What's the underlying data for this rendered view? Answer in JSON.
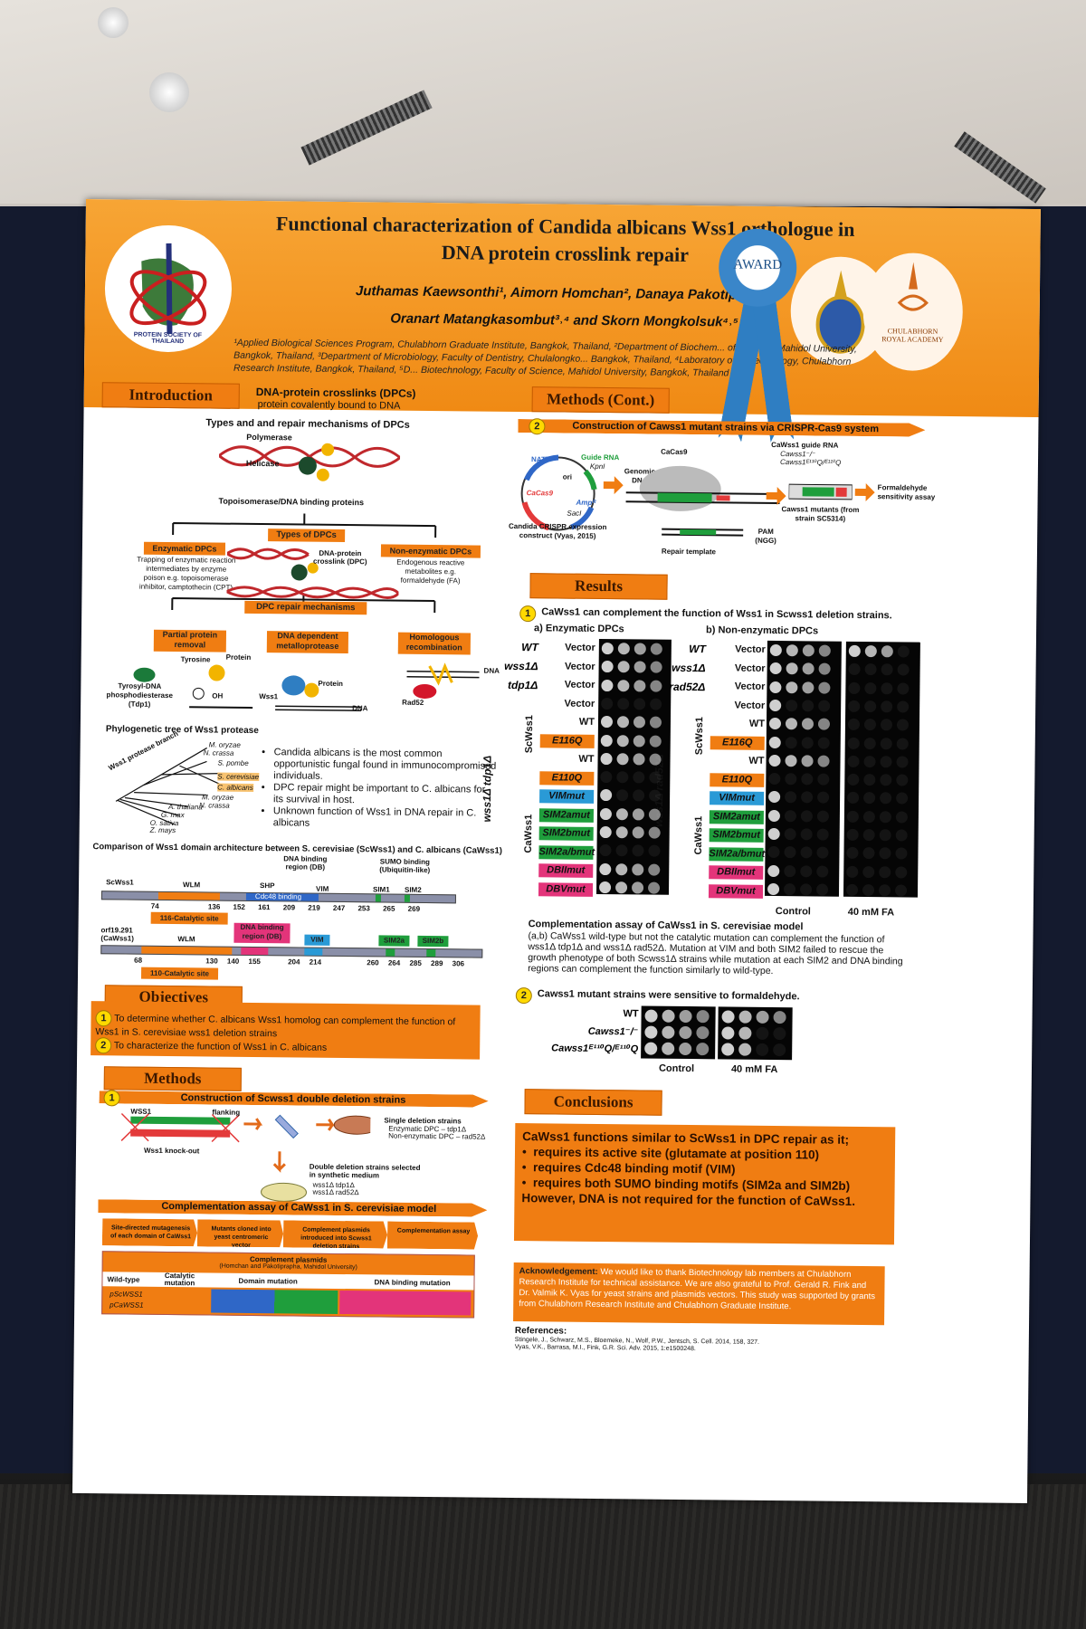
{
  "poster": {
    "title_line1": "Functional characterization of Candida albicans Wss1 orthologue in",
    "title_line2": "DNA protein crosslink repair",
    "authors_line1": "Juthamas Kaewsonthi¹, Aimorn Homchan², Danaya Pakotiprapha",
    "authors_line2": "Oranart Matangkasombut³˒⁴ and Skorn Mongkolsuk⁴˒⁵",
    "affiliations": "¹Applied Biological Sciences Program, Chulabhorn Graduate Institute, Bangkok, Thailand, ²Department of Biochem... of Science, Mahidol University, Bangkok, Thailand, ³Department of Microbiology, Faculty of Dentistry, Chulalongko... Bangkok, Thailand, ⁴Laboratory of Biotechnology, Chulabhorn Research Institute, Bangkok, Thailand, ⁵D... Biotechnology, Faculty of Science, Mahidol University, Bangkok, Thailand",
    "award": "AWARD",
    "logo_left_text": "PROTEIN SOCIETY OF THAILAND",
    "logo_right_text": "CHULABHORN ROYAL ACADEMY"
  },
  "intro": {
    "heading": "Introduction",
    "dpc_title": "DNA-protein crosslinks (DPCs)",
    "dpc_def": "protein covalently bound to DNA",
    "types_title": "Types and and repair mechanisms of DPCs",
    "polymerase": "Polymerase",
    "helicase": "Helicase",
    "topo": "Topoisomerase/DNA binding proteins",
    "types_label": "Types of DPCs",
    "enzymatic": "Enzymatic DPCs",
    "enzymatic_desc": "Trapping of enzymatic reaction intermediates by enzyme poison e.g. topoisomerase inhibitor, camptothecin (CPT)",
    "dpc_center": "DNA-protein crosslink (DPC)",
    "non_enzymatic": "Non-enzymatic DPCs",
    "non_enzymatic_desc": "Endogenous reactive metabolites e.g. formaldehyde (FA)",
    "repair_label": "DPC repair mechanisms",
    "repair1": "Partial protein removal",
    "repair2": "DNA dependent metalloprotease",
    "repair3": "Homologous recombination",
    "tyrosine": "Tyrosine",
    "protein": "Protein",
    "tdp1": "Tyrosyl-DNA phosphodiesterase (Tdp1)",
    "oh": "OH",
    "wss1": "Wss1",
    "dna": "DNA",
    "rad52": "Rad52",
    "phylo_title": "Phylogenetic tree of Wss1 protease",
    "phylo_branch": "Wss1 protease branch",
    "species": [
      "M. oryzae",
      "N. crassa",
      "S. pombe",
      "S. cerevisiae",
      "C. albicans",
      "M. oryzae",
      "N. crassa",
      "A. thaliana",
      "G. max",
      "O. sativa",
      "Z. mays"
    ],
    "bullets": [
      "Candida albicans is the most common opportunistic fungal found in immunocompromised individuals.",
      "DPC repair might be important to C. albicans for its survival in host.",
      "Unknown function of Wss1 in DNA repair in C. albicans"
    ],
    "domain_title": "Comparison of  Wss1 domain architecture between S. cerevisiae (ScWss1) and C. albicans (CaWss1)",
    "dna_binding": "DNA binding region (DB)",
    "sumo_binding": "SUMO binding (Ubiquitin-like)",
    "scwss1": "ScWss1",
    "wlm": "WLM",
    "shp": "SHP",
    "cdc48": "Cdc48 binding",
    "vim": "VIM",
    "sim1": "SIM1",
    "sim2": "SIM2",
    "sc_positions": [
      "74",
      "136",
      "152",
      "161",
      "209",
      "219",
      "247",
      "253",
      "265",
      "269"
    ],
    "sc_catalytic": "116-Catalytic site",
    "ca_name": "orf19.291 (CaWss1)",
    "ca_db": "DNA binding region (DB)",
    "sim2a": "SIM2a",
    "sim2b": "SIM2b",
    "ca_positions": [
      "68",
      "130",
      "140",
      "155",
      "204",
      "214",
      "260",
      "264",
      "285",
      "289",
      "306"
    ],
    "ca_catalytic": "110-Catalytic site"
  },
  "objectives": {
    "heading": "Objectives",
    "items": [
      "To determine whether C. albicans Wss1 homolog can complement the function of Wss1 in S. cerevisiae wss1 deletion strains",
      "To characterize the function of Wss1 in C. albicans"
    ],
    "nums": [
      "1",
      "2"
    ]
  },
  "methods": {
    "heading": "Methods",
    "step1": "Construction of Scwss1 double deletion strains",
    "ko_labels": [
      "WSS1",
      "flanking",
      "Wss1 knock-out"
    ],
    "single_del": "Single deletion strains",
    "single_items": [
      "Enzymatic DPC – tdp1Δ",
      "Non-enzymatic DPC – rad52Δ"
    ],
    "double_del": "Double deletion strains selected in synthetic medium",
    "double_items": [
      "wss1Δ tdp1Δ",
      "wss1Δ rad52Δ"
    ],
    "comp_head": "Complementation assay of CaWss1 in S. cerevisiae model",
    "flow": [
      "Site-directed mutagenesis of each domain of CaWss1",
      "Mutants cloned into yeast centromeric vector",
      "Complement plasmids introduced into Scwss1 deletion strains",
      "Complementation assay"
    ],
    "table_title": "Complement plasmids",
    "table_sub": "(Homchan and Pakotiprapha, Mahidol University)",
    "table_headers": [
      "Wild-type",
      "Catalytic mutation",
      "Domain mutation",
      "DNA binding mutation"
    ],
    "table_rows": [
      "pScWSS1",
      "pCaWSS1"
    ]
  },
  "methods_cont": {
    "heading": "Methods (Cont.)",
    "num": "2",
    "step2": "Construction of Cawss1 mutant strains via CRISPR-Cas9 system",
    "nat": "NATᴿ",
    "guide": "Guide RNA",
    "kpni": "KpnI",
    "ori": "ori",
    "cacas9": "CaCas9",
    "amp": "Ampᴿ",
    "saci": "SacI",
    "construct": "Candida CRISPR expression construct (Vyas, 2015)",
    "genomic": "Genomic DNA",
    "cacas9b": "CaCas9",
    "guide2": "CaWss1 guide RNA",
    "guide_items": [
      "Cawss1⁻/⁻",
      "Cawss1ᴱ¹¹⁰Q/ᴱ¹¹⁰Q"
    ],
    "pam": "PAM (NGG)",
    "repair_template": "Repair template",
    "mutants": "Cawss1 mutants (from strain SC5314)",
    "fa_assay": "Formaldehyde sensitivity assay"
  },
  "results": {
    "heading": "Results",
    "num1": "1",
    "r1": "CaWss1 can complement the function of Wss1 in Scwss1 deletion strains.",
    "panel_a": "a) Enzymatic DPCs",
    "panel_b": "b) Non-enzymatic DPCs",
    "a_left": [
      "WT",
      "wss1Δ",
      "tdp1Δ"
    ],
    "a_vec": [
      "Vector",
      "Vector",
      "Vector",
      "Vector",
      "WT",
      "E116Q",
      "WT",
      "E110Q",
      "VIMmut",
      "SIM2amut",
      "SIM2bmut",
      "SIM2a/bmut",
      "DBIImut",
      "DBVmut"
    ],
    "b_left": [
      "WT",
      "wss1Δ",
      "rad52Δ"
    ],
    "a_side": "wss1Δ tdp1Δ",
    "b_side": "wss1Δ rad52Δ",
    "scwss1": "ScWss1",
    "cawss1": "CaWss1",
    "control": "Control",
    "fa": "40 mM FA",
    "caption_title": "Complementation assay of CaWss1 in S. cerevisiae model",
    "caption": "(a,b) CaWss1 wild-type but not the catalytic mutation can complement the function of wss1Δ tdp1Δ and wss1Δ rad52Δ. Mutation at VIM and both SIM2 failed to rescue the growth phenotype of both Scwss1Δ strains while mutation at each SIM2 and DNA binding regions can complement the function similarly to wild-type.",
    "num2": "2",
    "r2": "Cawss1 mutant strains were sensitive to formaldehyde.",
    "r2_strains": [
      "WT",
      "Cawss1⁻/⁻",
      "Cawss1ᴱ¹¹⁰Q/ᴱ¹¹⁰Q"
    ],
    "r2_control": "Control",
    "r2_fa": "40 mM FA"
  },
  "conclusions": {
    "heading": "Conclusions",
    "lead": "CaWss1 functions similar to ScWss1 in DPC repair as it;",
    "items": [
      "requires its active site (glutamate at position 110)",
      "requires Cdc48 binding motif (VIM)",
      "requires both SUMO binding motifs (SIM2a and SIM2b)"
    ],
    "tail": "However, DNA is not required for the function of CaWss1."
  },
  "ack": {
    "label": "Acknowledgement:",
    "text": "We would like to thank Biotechnology lab members at Chulabhorn Research Institute for technical assistance. We are also grateful to Prof. Gerald R. Fink and Dr. Valmik K. Vyas for yeast strains and plasmids vectors. This study was supported by grants from Chulabhorn Research Institute and Chulabhorn Graduate Institute."
  },
  "refs": {
    "label": "References:",
    "items": [
      "Stingele, J., Schwarz, M.S., Bloemeke, N., Wolf, P.W., Jentsch, S. Cell. 2014, 158, 327.",
      "Vyas, V.K., Barrasa, M.I., Fink, G.R. Sci. Adv. 2015, 1:e1500248."
    ]
  },
  "colors": {
    "banner": "#f08a14",
    "accent": "#f07d12",
    "num_circle": "#ffd900",
    "award_blue": "#2f7ec2",
    "board": "#141a2e"
  }
}
